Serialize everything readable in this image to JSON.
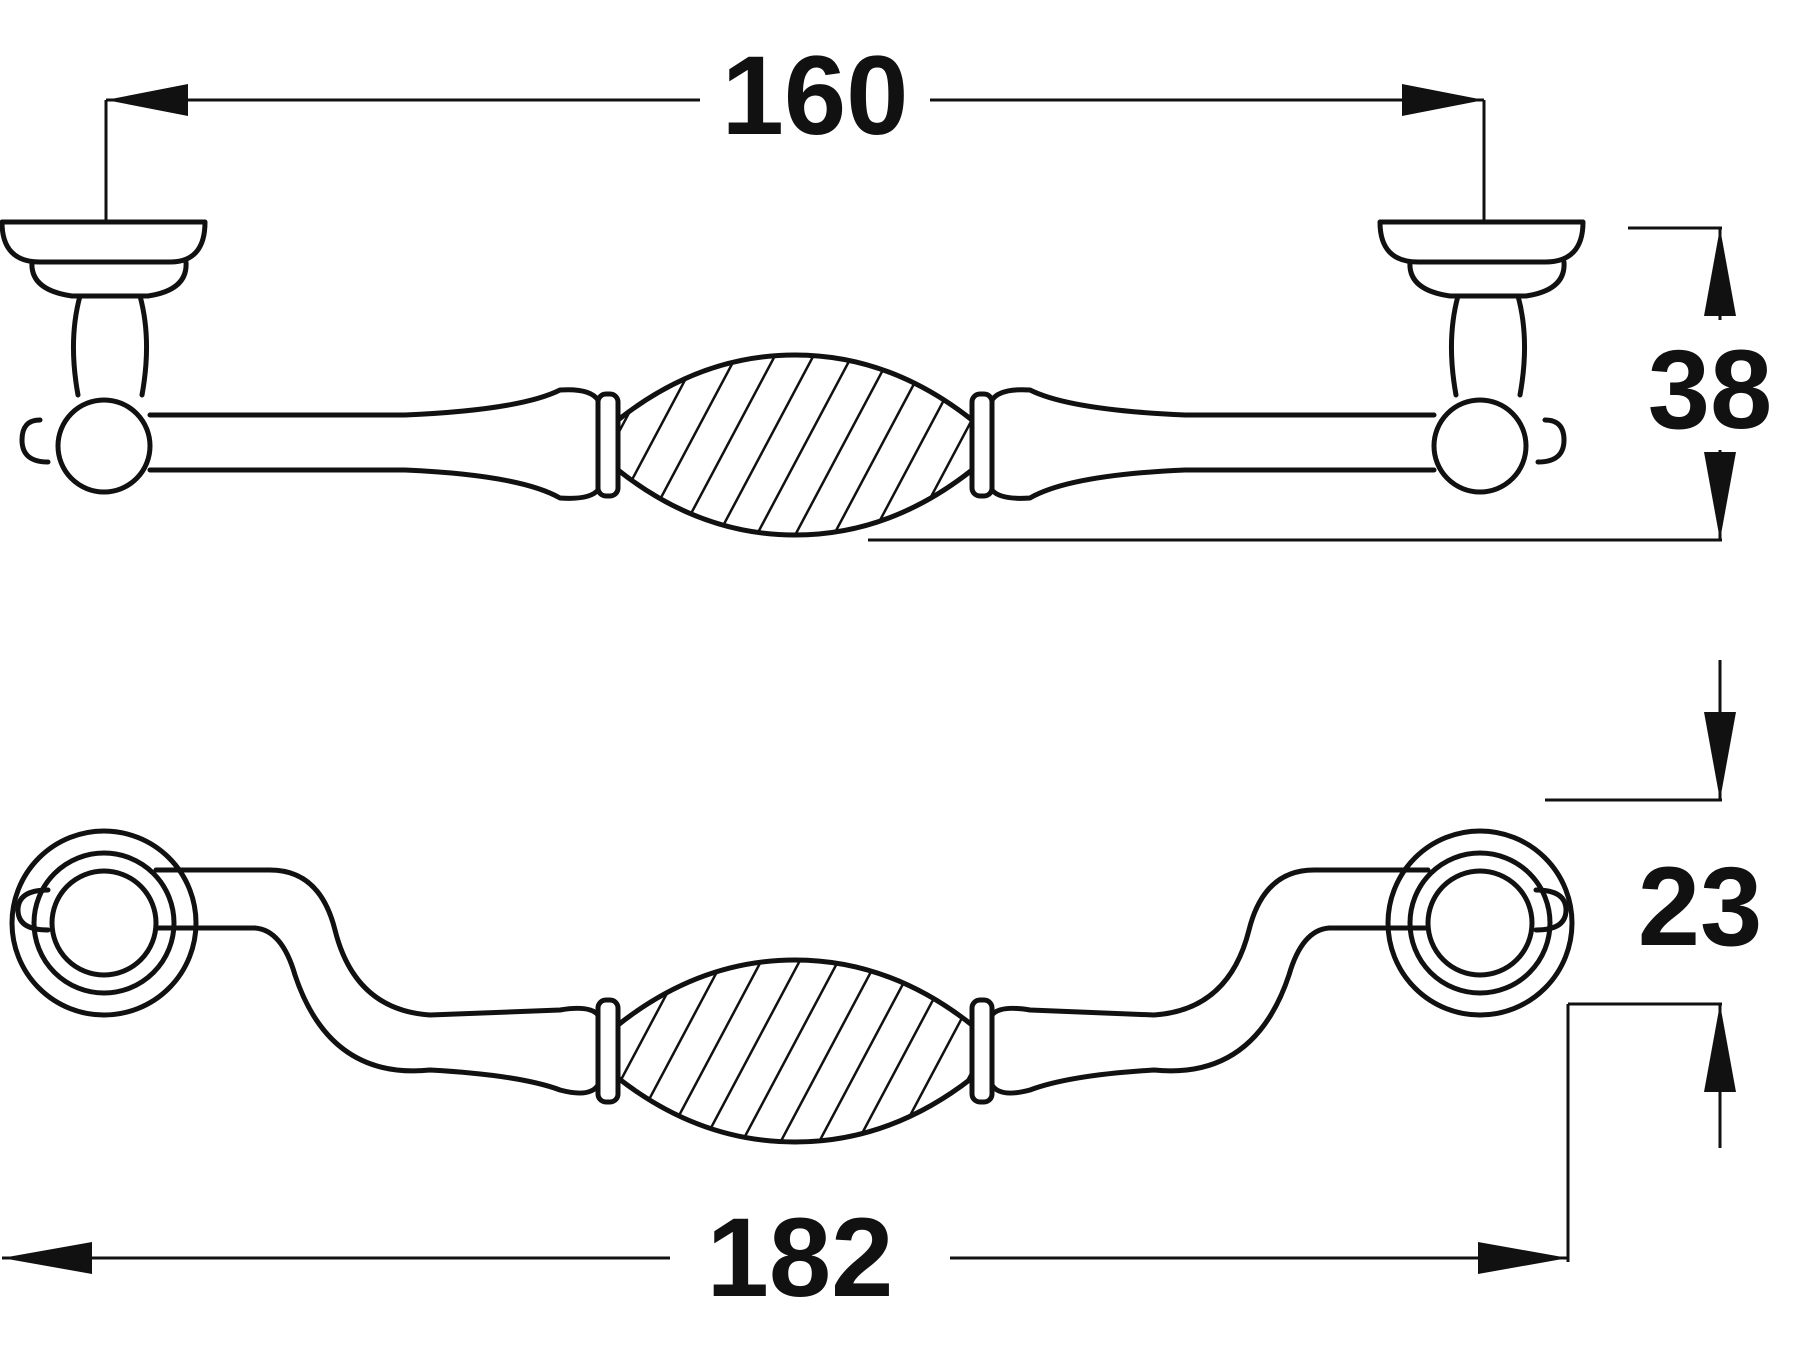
{
  "dimensions": {
    "centre_distance": "160",
    "height": "38",
    "projection": "23",
    "overall_length": "182"
  },
  "colors": {
    "line": "#111111",
    "background": "#ffffff"
  }
}
